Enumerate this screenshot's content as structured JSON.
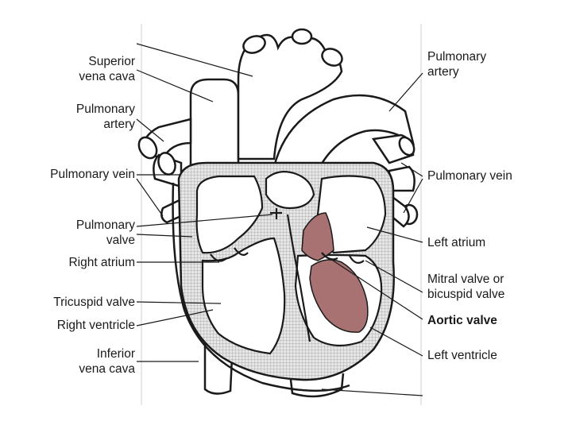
{
  "labels_left": {
    "superior_vena_cava": "Superior\nvena cava",
    "pulmonary_artery": "Pulmonary\nartery",
    "pulmonary_vein": "Pulmonary vein",
    "pulmonary_valve": "Pulmonary\nvalve",
    "right_atrium": "Right atrium",
    "tricuspid_valve": "Tricuspid valve",
    "right_ventricle": "Right ventricle",
    "inferior_vena_cava": "Inferior\nvena cava"
  },
  "labels_right": {
    "pulmonary_artery": "Pulmonary\nartery",
    "pulmonary_vein": "Pulmonary vein",
    "left_atrium": "Left atrium",
    "mitral_valve": "Mitral valve or\nbicuspid valve",
    "aortic_valve": "Aortic valve",
    "left_ventricle": "Left ventricle"
  },
  "colors": {
    "outline": "#1a1a1a",
    "wall_fill": "#c9c9c9",
    "highlight": "#a87272"
  }
}
